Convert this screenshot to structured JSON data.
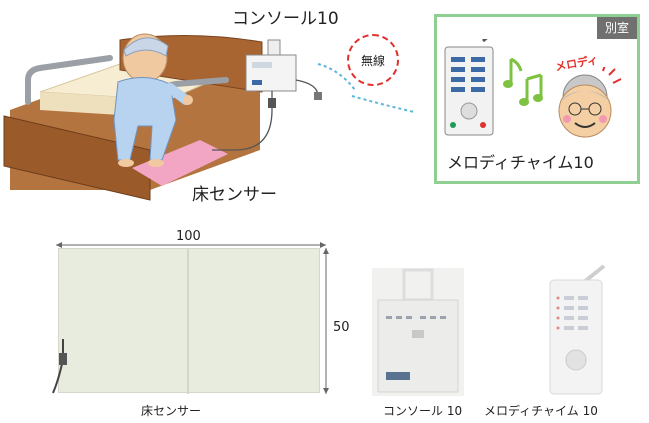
{
  "illustration": {
    "console_label": "コンソール10",
    "wireless_label": "無線",
    "floor_sensor_label": "床センサー",
    "room_badge": "別室",
    "melody_word": "メロディ",
    "melody_chime_label": "メロディチャイム10"
  },
  "photos": {
    "width_label": "100",
    "height_label": "50",
    "captions": {
      "floor_sensor": "床センサー",
      "console": "コンソール 10",
      "melody_chime": "メロディチャイム 10"
    }
  },
  "colors": {
    "room_border": "#8fcf92",
    "wireless_ring": "#e0312c",
    "mat_pink": "#f3a6c4",
    "bed_brown": "#9a5a2a",
    "music_note": "#7ec242"
  }
}
